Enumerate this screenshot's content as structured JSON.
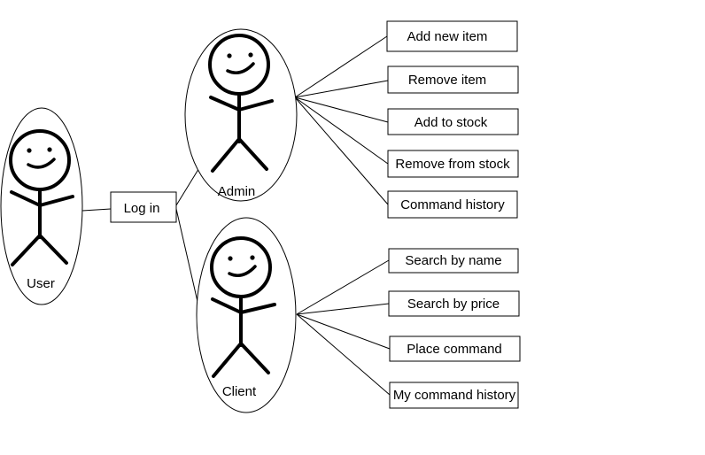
{
  "actors": {
    "user": "User",
    "admin": "Admin",
    "client": "Client"
  },
  "login_label": "Log in",
  "admin_actions": [
    "Add new item",
    "Remove item",
    "Add to stock",
    "Remove from stock",
    "Command history"
  ],
  "client_actions": [
    "Search by name",
    "Search by price",
    "Place command",
    "My command history"
  ]
}
